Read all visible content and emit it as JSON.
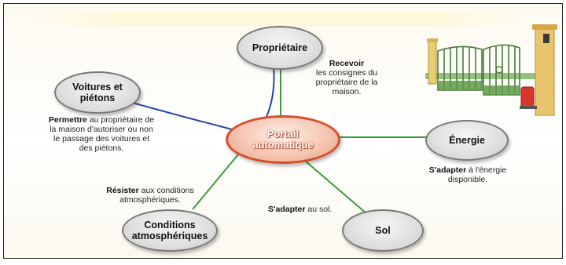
{
  "center": {
    "line1": "Portail",
    "line2": "automatique"
  },
  "nodes": {
    "proprietaire": {
      "line1": "Propriétaire"
    },
    "voitures": {
      "line1": "Voitures et",
      "line2": "piétons"
    },
    "energie": {
      "line1": "Énergie"
    },
    "conditions": {
      "line1": "Conditions",
      "line2": "atmosphériques"
    },
    "sol": {
      "line1": "Sol"
    }
  },
  "labels": {
    "recevoir": {
      "verb": "Recevoir",
      "l1": "les consignes du",
      "l2": "propriétaire de la",
      "l3": "maison."
    },
    "permettre": {
      "verb": "Permettre",
      "l1": " au propriétaire de",
      "l2": "la maison d'autoriser ou non",
      "l3": "le passage des voitures et",
      "l4": "des piétons."
    },
    "energie": {
      "verb": "S'adapter",
      "l1": " à l'énergie",
      "l2": "disponible."
    },
    "resister": {
      "verb": "Résister",
      "l1": " aux conditions",
      "l2": "atmosphériques."
    },
    "sol": {
      "verb": "S'adapter",
      "l1": " au sol."
    }
  },
  "colors": {
    "green_link": "#3f9a3a",
    "blue_link": "#2346a8",
    "center_border": "#d34f2c",
    "node_border": "#7a7a7a"
  },
  "illustration": {
    "icon": "sliding-gate-illustration"
  }
}
